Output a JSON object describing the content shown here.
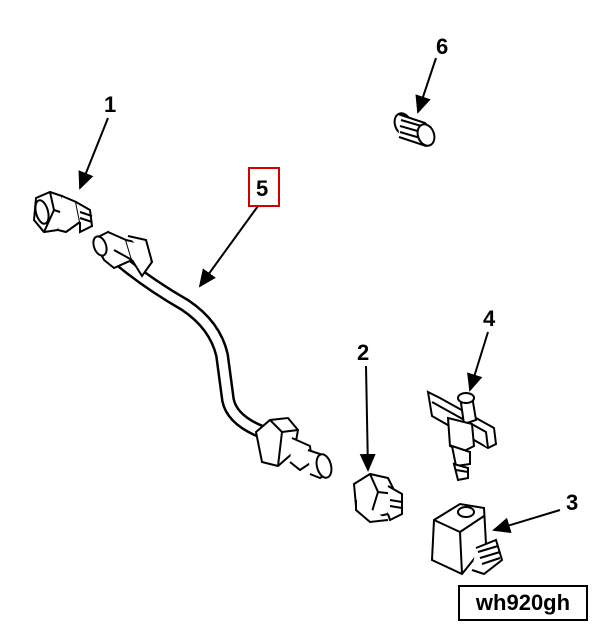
{
  "callouts": {
    "c1": "1",
    "c2": "2",
    "c3": "3",
    "c4": "4",
    "c5": "5",
    "c6": "6"
  },
  "figure_id": "wh920gh",
  "highlight": {
    "callout": "5",
    "color": "#d40000"
  },
  "parts": [
    {
      "callout": "1",
      "icon": "hex-nut-fitting-icon"
    },
    {
      "callout": "2",
      "icon": "plug-fitting-icon"
    },
    {
      "callout": "3",
      "icon": "elbow-tee-fitting-icon"
    },
    {
      "callout": "4",
      "icon": "valve-clip-icon"
    },
    {
      "callout": "5",
      "icon": "bent-tube-assembly-icon"
    },
    {
      "callout": "6",
      "icon": "cylindrical-cap-icon"
    }
  ]
}
